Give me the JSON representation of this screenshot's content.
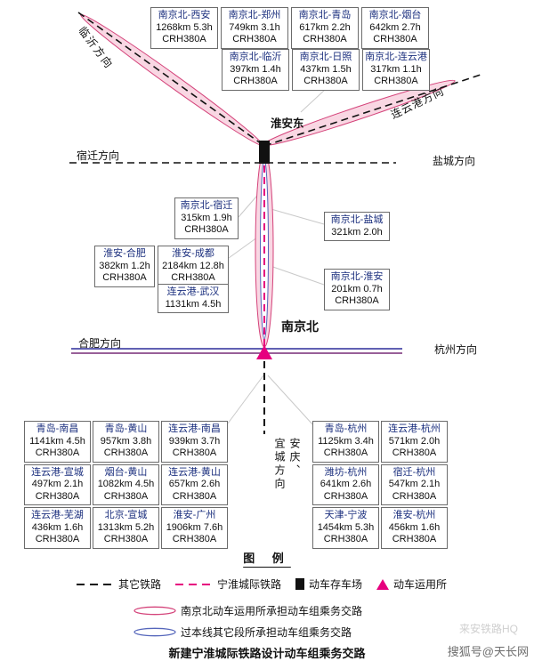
{
  "stations": {
    "huaian_east": "淮安东",
    "nanjing_north": "南京北"
  },
  "directions": {
    "linyi": "临沂方向",
    "lianyungang": "连云港方向",
    "suqian": "宿迁方向",
    "yancheng": "盐城方向",
    "hefei": "合肥方向",
    "hangzhou": "杭州方向",
    "anqing_line1": "安庆、",
    "anqing_line2": "宜城方向"
  },
  "boxes": {
    "top_row1": [
      {
        "route": "南京北-西安",
        "dist": "1268km 5.3h",
        "model": "CRH380A"
      },
      {
        "route": "南京北-郑州",
        "dist": "749km 3.1h",
        "model": "CRH380A"
      },
      {
        "route": "南京北-青岛",
        "dist": "617km 2.2h",
        "model": "CRH380A"
      },
      {
        "route": "南京北-烟台",
        "dist": "642km 2.7h",
        "model": "CRH380A"
      }
    ],
    "top_row2": [
      {
        "route": "南京北-临沂",
        "dist": "397km 1.4h",
        "model": "CRH380A"
      },
      {
        "route": "南京北-日照",
        "dist": "437km 1.5h",
        "model": "CRH380A"
      },
      {
        "route": "南京北-连云港",
        "dist": "317km 1.1h",
        "model": "CRH380A"
      }
    ],
    "mid": [
      {
        "route": "南京北-宿迁",
        "dist": "315km 1.9h",
        "model": "CRH380A"
      },
      {
        "route": "南京北-盐城",
        "dist": "321km 2.0h"
      },
      {
        "route": "淮安-合肥",
        "dist": "382km 1.2h",
        "model": "CRH380A"
      },
      {
        "route": "淮安-成都",
        "dist": "2184km 12.8h",
        "model": "CRH380A"
      },
      {
        "route": "连云港-武汉",
        "dist": "1131km 4.5h"
      },
      {
        "route": "南京北-淮安",
        "dist": "201km 0.7h",
        "model": "CRH380A"
      }
    ],
    "bottom_left": [
      {
        "route": "青岛-南昌",
        "dist": "1141km 4.5h",
        "model": "CRH380A"
      },
      {
        "route": "青岛-黄山",
        "dist": "957km 3.8h",
        "model": "CRH380A"
      },
      {
        "route": "连云港-南昌",
        "dist": "939km 3.7h",
        "model": "CRH380A"
      },
      {
        "route": "连云港-宣城",
        "dist": "497km 2.1h",
        "model": "CRH380A"
      },
      {
        "route": "烟台-黄山",
        "dist": "1082km 4.5h",
        "model": "CRH380A"
      },
      {
        "route": "连云港-黄山",
        "dist": "657km 2.6h",
        "model": "CRH380A"
      },
      {
        "route": "连云港-芜湖",
        "dist": "436km 1.6h",
        "model": "CRH380A"
      },
      {
        "route": "北京-宣城",
        "dist": "1313km 5.2h",
        "model": "CRH380A"
      },
      {
        "route": "淮安-广州",
        "dist": "1906km 7.6h",
        "model": "CRH380A"
      }
    ],
    "bottom_right": [
      {
        "route": "青岛-杭州",
        "dist": "1125km 3.4h",
        "model": "CRH380A"
      },
      {
        "route": "连云港-杭州",
        "dist": "571km 2.0h",
        "model": "CRH380A"
      },
      {
        "route": "潍坊-杭州",
        "dist": "641km 2.6h",
        "model": "CRH380A"
      },
      {
        "route": "宿迁-杭州",
        "dist": "547km 2.1h",
        "model": "CRH380A"
      },
      {
        "route": "天津-宁波",
        "dist": "1454km 5.3h",
        "model": "CRH380A"
      },
      {
        "route": "淮安-杭州",
        "dist": "456km 1.6h",
        "model": "CRH380A"
      }
    ]
  },
  "legend": {
    "title": "图 例",
    "other_railway": "其它铁路",
    "ninghuai_railway": "宁淮城际铁路",
    "storage_yard": "动车存车场",
    "depot": "动车运用所",
    "loop_red": "南京北动车运用所承担动车组乘务交路",
    "loop_blue": "过本线其它段所承担动车组乘务交路"
  },
  "footer": {
    "title": "新建宁淮城际铁路设计动车组乘务交路",
    "watermark": "搜狐号@天长网",
    "faint_watermark": "来安铁路HQ"
  },
  "colors": {
    "magenta": "#e6007e",
    "pink_fill": "#f9d7e3",
    "loop_red": "#d4437a",
    "loop_blue": "#5566bb",
    "rail_blue": "#4a4aa8",
    "rail_purple": "#8a4a8a"
  }
}
